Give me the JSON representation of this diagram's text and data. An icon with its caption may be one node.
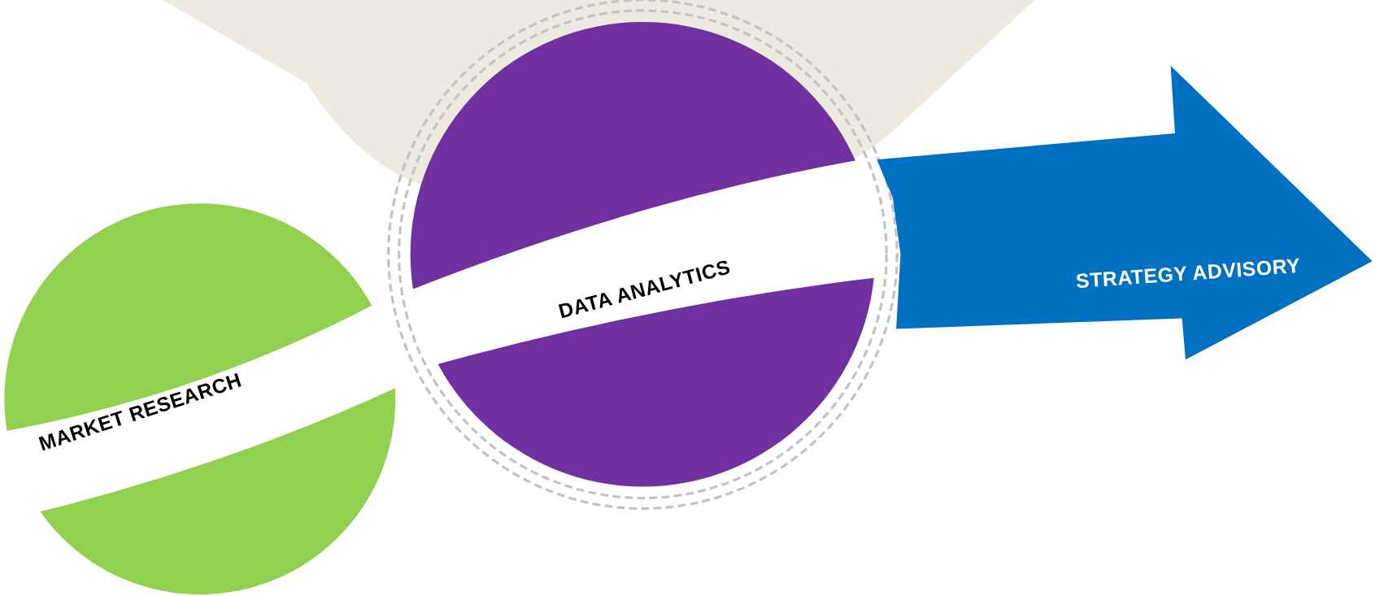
{
  "diagram": {
    "nodes": [
      {
        "text": [
          "MARKET RESEARCH"
        ]
      },
      {
        "text": [
          "DATA ANALYTICS"
        ]
      },
      {
        "text": [
          "STRATEGY ADVISORY"
        ]
      }
    ]
  }
}
